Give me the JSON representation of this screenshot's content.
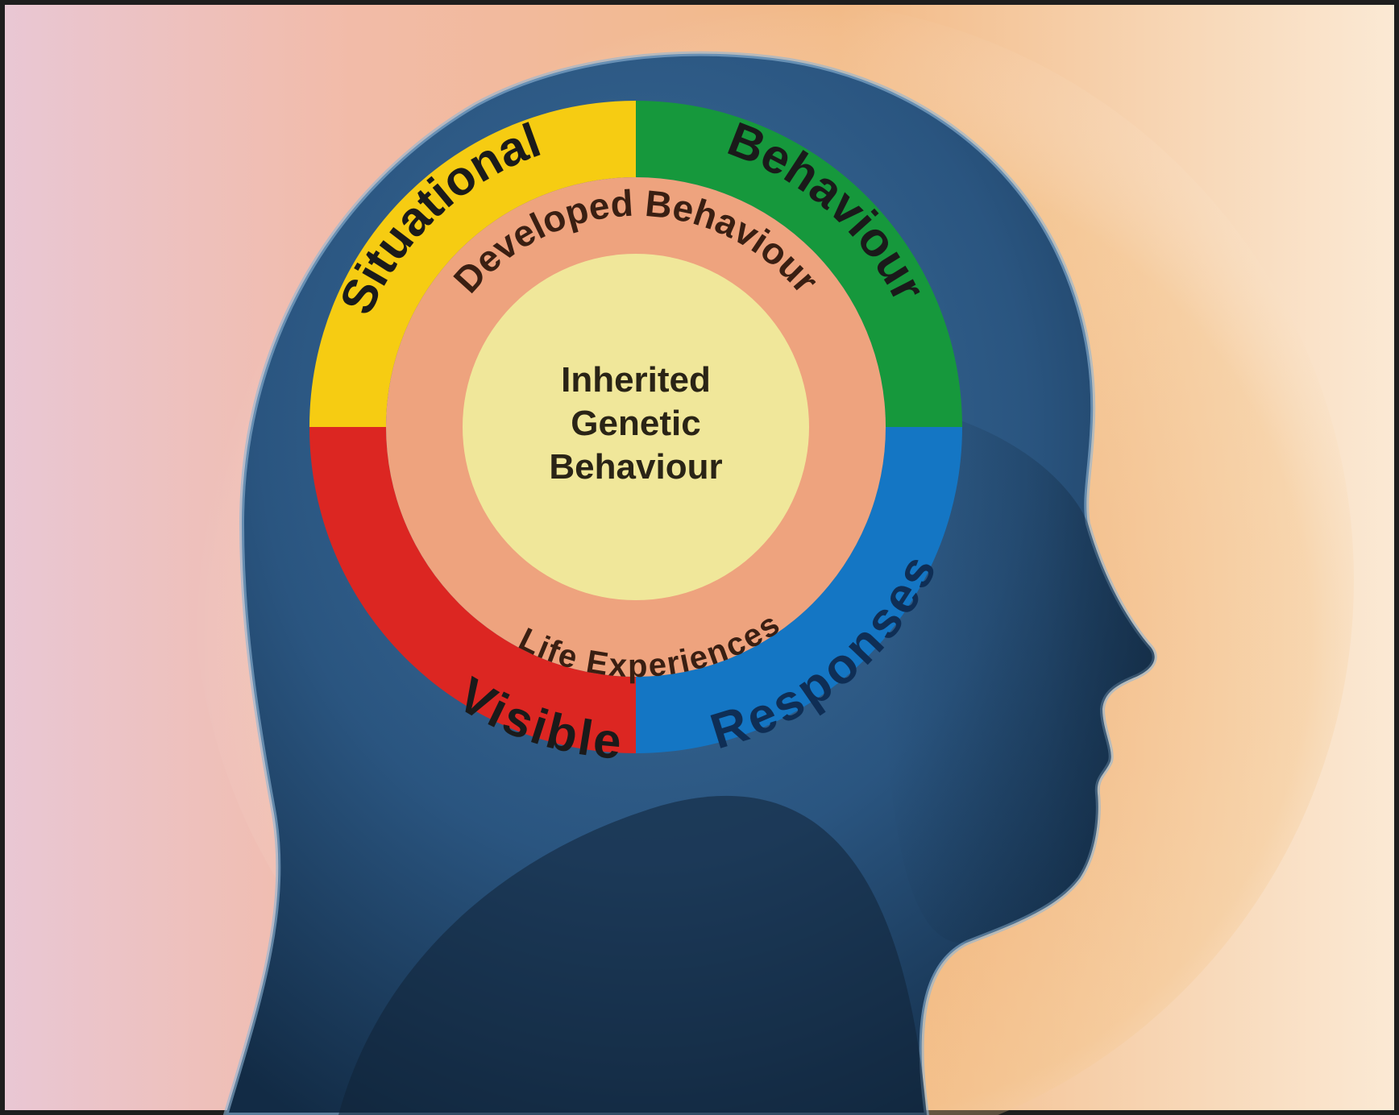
{
  "diagram": {
    "outer_ring": [
      {
        "id": "situational",
        "label": "Situational",
        "color": "#f6cc12"
      },
      {
        "id": "behaviour",
        "label": "Behaviour",
        "color": "#16983c"
      },
      {
        "id": "visible",
        "label": "Visible",
        "color": "#dc2622"
      },
      {
        "id": "responses",
        "label": "Responses",
        "color": "#1476c4"
      }
    ],
    "middle_ring": {
      "top_label": "Developed Behaviour",
      "bottom_label": "Life Experiences",
      "color": "#eea37e"
    },
    "core": {
      "lines": [
        "Inherited",
        "Genetic",
        "Behaviour"
      ],
      "color": "#f0e79a"
    }
  },
  "colors": {
    "frame": "#1e1e1e",
    "head": "#2e5a84",
    "head_shadow": "#112c46",
    "outer_text": "#111111"
  }
}
